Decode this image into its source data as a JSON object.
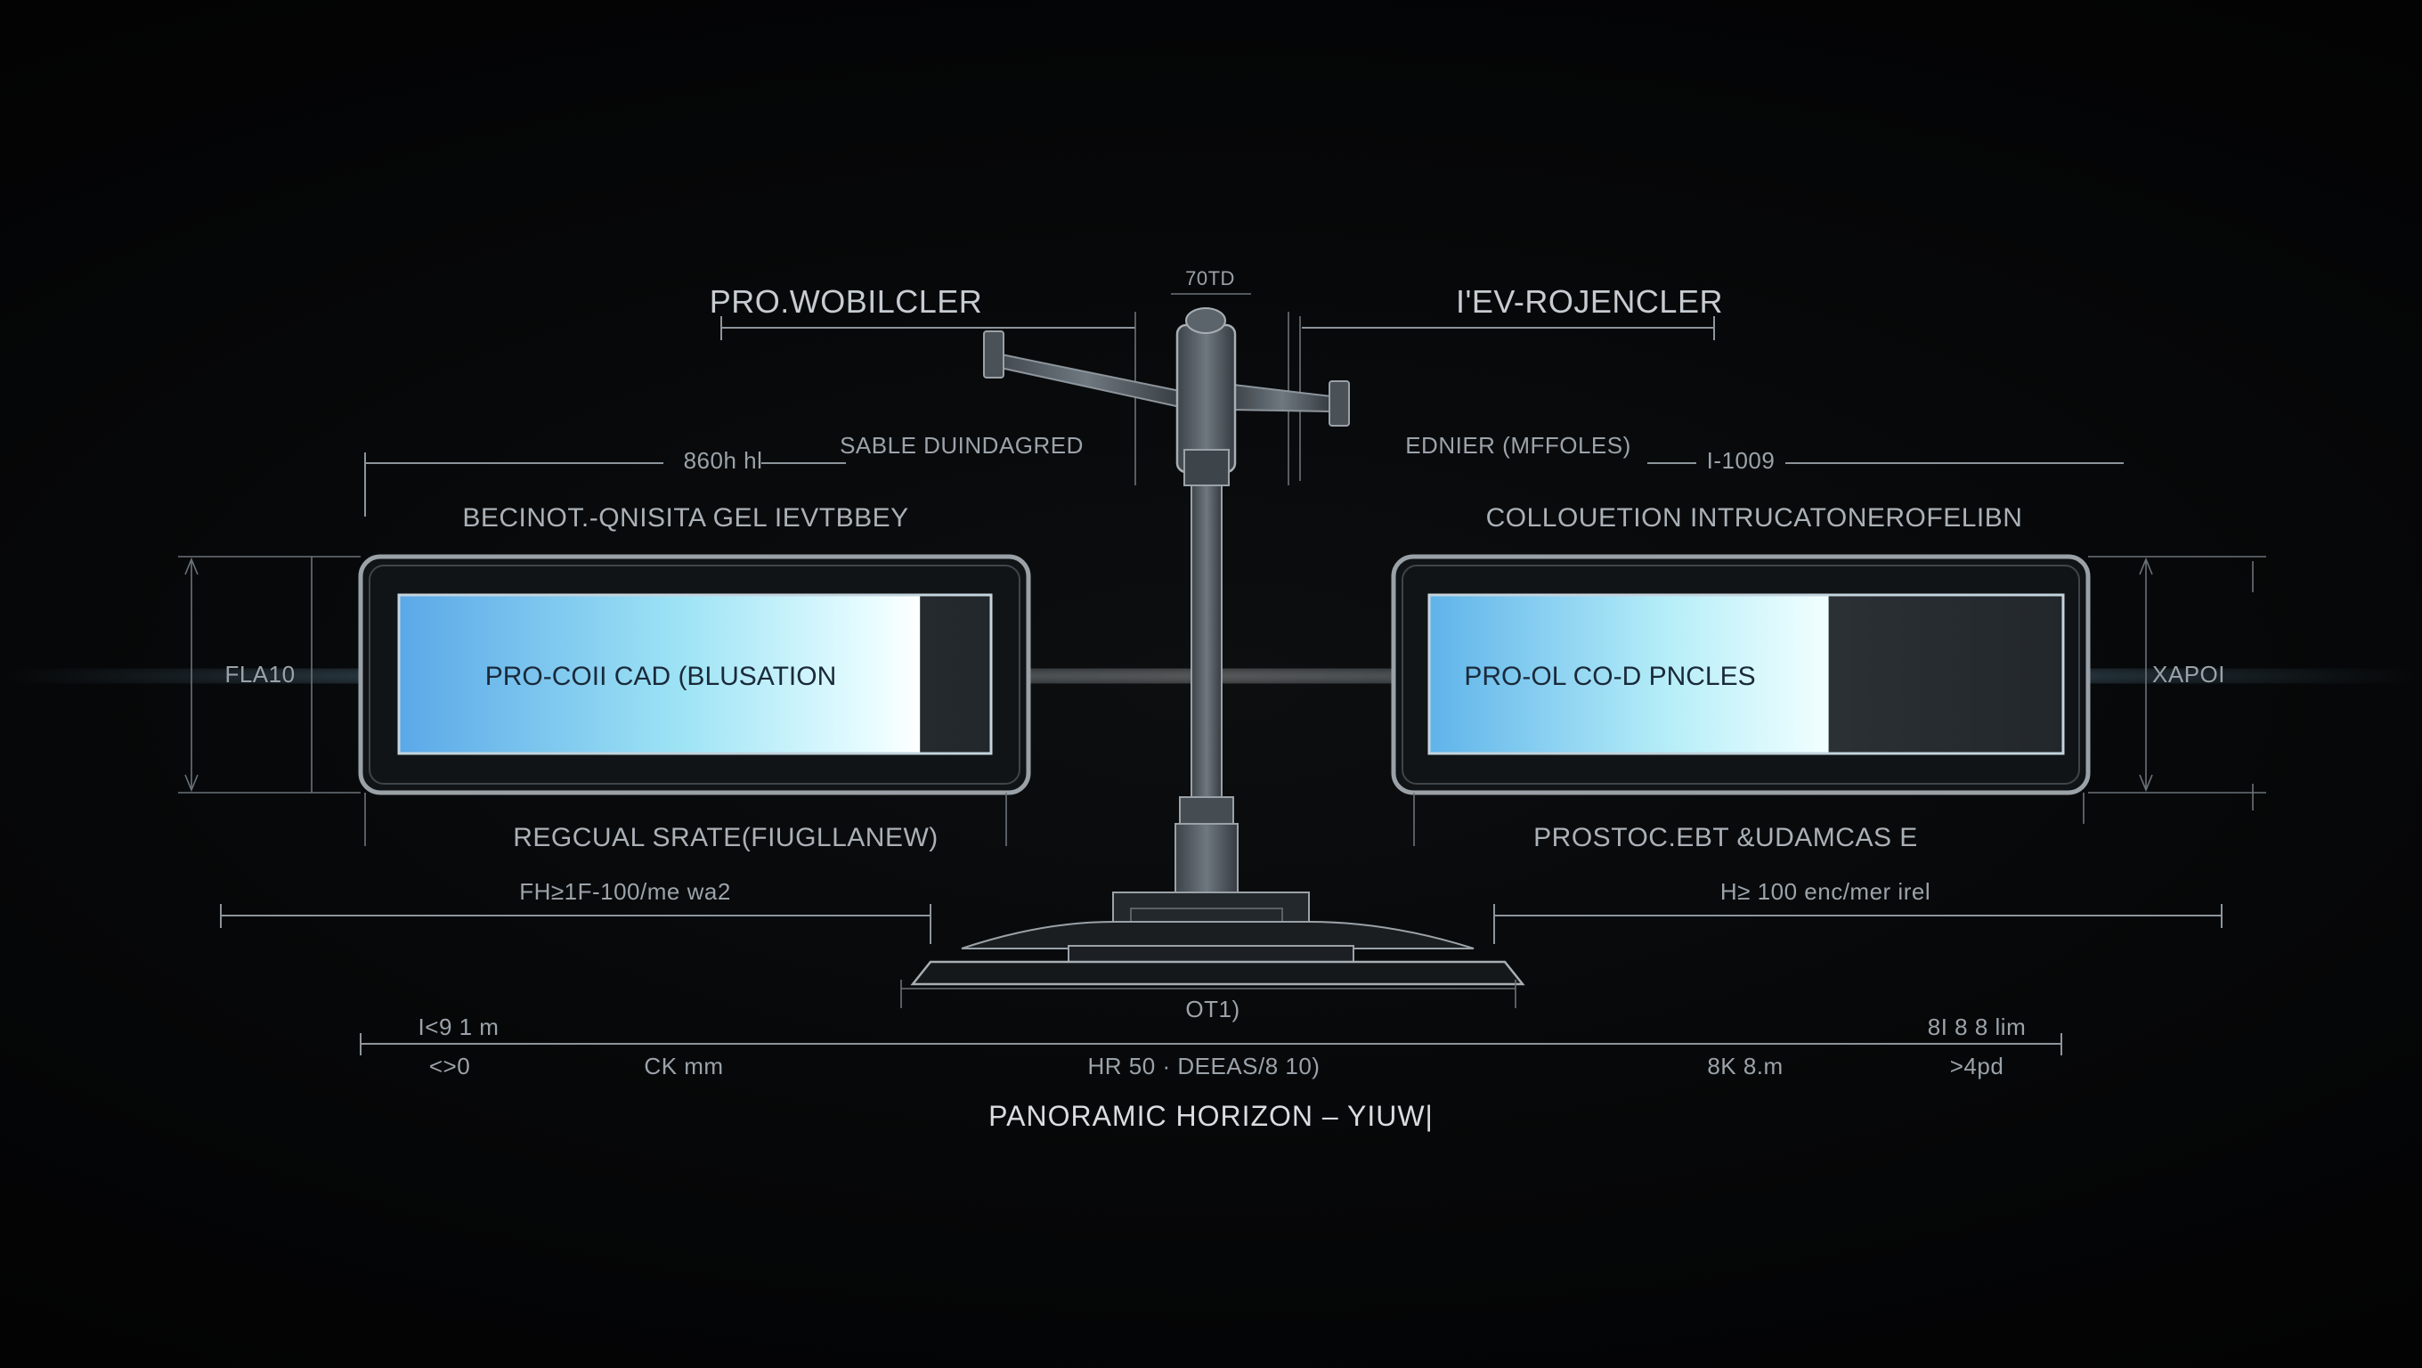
{
  "title": "PANORAMIC HORIZON – YIUW|",
  "top": {
    "center_tag": "70TD",
    "left_header": "PRO.WOBILCLER",
    "right_header": "I'EV-ROJENCLER"
  },
  "left": {
    "dim_top": "860h hl",
    "sub_header": "SABLE DUINDAGRED",
    "title": "BECINOT.-QNISITA GEL IEVTBBEY",
    "side_dim": "FLA10",
    "panel_label": "PRO-COII CAD (BLUSATION",
    "panel_fill": 0.88,
    "below_label": "REGCUAL SRATE(FIUGLLANEW)",
    "range_label": "FH≥1F-100/me wa2"
  },
  "right": {
    "sub_header": "EDNIER (MFFOLES)",
    "dim_top": "I-1009",
    "title": "COLLOUETION INTRUCATONEROFELIBN",
    "side_dim": "XAPOI",
    "panel_label": "PRO-OL CO-D PNCLES",
    "panel_fill": 0.63,
    "below_label": "PROSTOC.EBT &UDAMCAS E",
    "range_label": "H≥ 100 enc/mer irel"
  },
  "base_label": "OT1)",
  "bottom_ruler": {
    "top_left": "I<9 1 m",
    "top_right": "8I 8 8 lim",
    "ticks": [
      "<>0",
      "CK mm",
      "HR 50 · DEEAS/8 10)",
      "8K 8.m",
      ">4pd"
    ]
  },
  "colors": {
    "background": "#050607",
    "line": "#8d959c",
    "panel_blue": "#5aa8e8",
    "panel_cyan": "#bff4ff",
    "glow": "#dff6ff"
  }
}
